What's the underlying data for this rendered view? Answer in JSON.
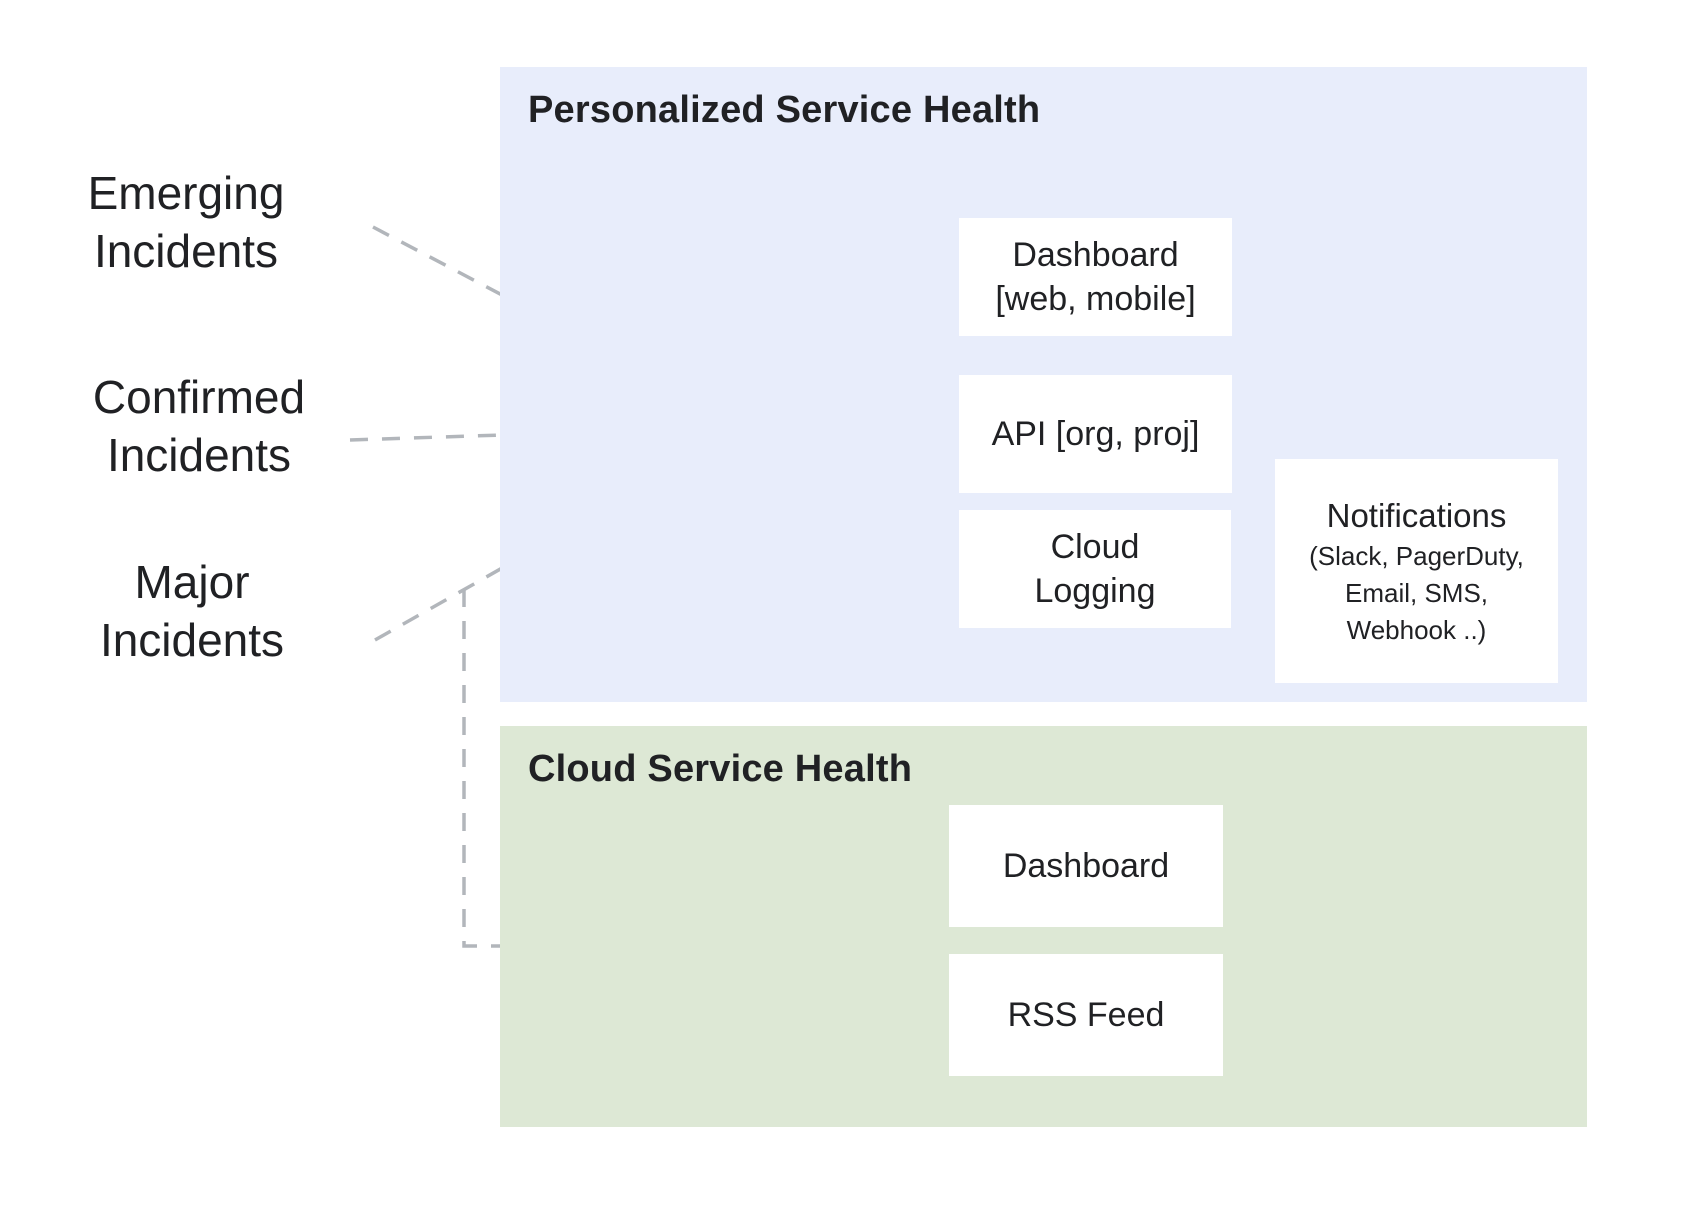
{
  "colors": {
    "bg": "#ffffff",
    "panel-blue": "#e8edfb",
    "panel-green": "#dde8d5",
    "box-bg": "#ffffff",
    "text-dark": "#202124",
    "arrow-dark": "#5f6368",
    "arrow-light": "#b2b6bb",
    "circle-fill": "#fafbfc",
    "circle-stroke": "#b4b7ba"
  },
  "sources": [
    {
      "line1": "Emerging",
      "line2": "Incidents"
    },
    {
      "line1": "Confirmed",
      "line2": "Incidents"
    },
    {
      "line1": "Major",
      "line2": "Incidents"
    }
  ],
  "panels": {
    "personalized": {
      "title": "Personalized Service Health",
      "nodes": {
        "dashboard": {
          "line1": "Dashboard",
          "line2": "[web, mobile]"
        },
        "api": {
          "label": "API [org, proj]"
        },
        "logging": {
          "line1": "Cloud",
          "line2": "Logging"
        },
        "notifications": {
          "title": "Notifications",
          "sub": [
            "(Slack, PagerDuty,",
            "Email, SMS,",
            "Webhook ..)"
          ]
        }
      }
    },
    "cloud": {
      "title": "Cloud Service Health",
      "nodes": {
        "dashboard": {
          "label": "Dashboard"
        },
        "rss": {
          "label": "RSS Feed"
        }
      }
    }
  }
}
